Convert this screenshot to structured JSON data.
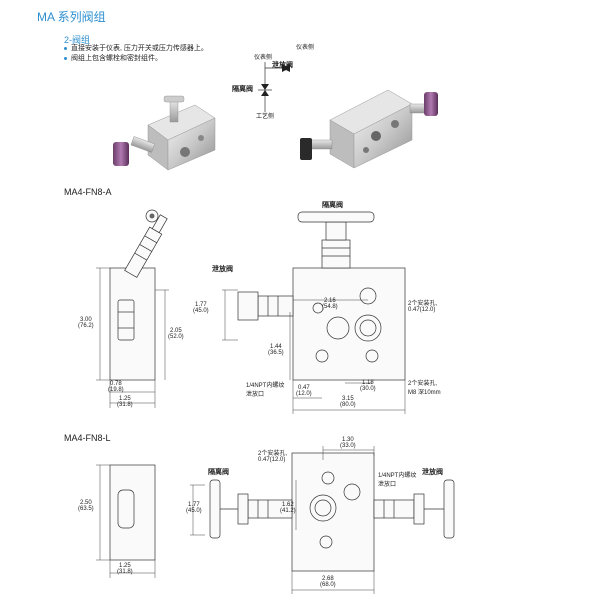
{
  "header": {
    "title": "MA 系列阀组",
    "subtitle": "2-阀组",
    "bullets": [
      "直接安装于仪表, 压力开关或压力传感器上。",
      "阀组上包含螺栓和密封组件。"
    ]
  },
  "schematic": {
    "instrument_side": "仪表侧",
    "instrument_side_2": "仪表侧",
    "vent_valve": "泄放阀",
    "isolation_valve": "隔离阀",
    "process_side": "工艺侧"
  },
  "drawing_a": {
    "model": "MA4-FN8-A",
    "isolation_valve": "隔离阀",
    "vent_valve": "泄放阀",
    "dims": {
      "d300": "3.00",
      "d300mm": "(76.2)",
      "d205": "2.05",
      "d205mm": "(52.0)",
      "d078": "0.78",
      "d078mm": "(19.8)",
      "d125": "1.25",
      "d125mm": "(31.8)",
      "d177": "1.77",
      "d177mm": "(45.0)",
      "d216": "2.16",
      "d216mm": "(54.8)",
      "d144": "1.44",
      "d144mm": "(36.5)",
      "d047": "0.47",
      "d047mm": "(12.0)",
      "d118": "1.18",
      "d118mm": "(30.0)",
      "d315": "3.15",
      "d315mm": "(80.0)"
    },
    "notes": {
      "mount_holes_1": "2个安装孔,",
      "mount_holes_1b": "0.47(12.0)",
      "npt": "1/4NPT内螺纹",
      "vent_port": "泄放口",
      "mount_holes_2": "2个安装孔,",
      "mount_holes_2b": "M8 深10mm"
    }
  },
  "drawing_l": {
    "model": "MA4-FN8-L",
    "isolation_valve": "隔离阀",
    "vent_valve": "泄放阀",
    "dims": {
      "d250": "2.50",
      "d250mm": "(63.5)",
      "d125": "1.25",
      "d125mm": "(31.8)",
      "d177": "1.77",
      "d177mm": "(45.0)",
      "d162": "1.62",
      "d162mm": "(41.2)",
      "d130": "1.30",
      "d130mm": "(33.0)",
      "d268": "2.68",
      "d268mm": "(68.0)"
    },
    "notes": {
      "mount_holes": "2个安装孔,",
      "mount_holes_b": "0.47(12.0)",
      "npt": "1/4NPT内螺纹",
      "vent_port": "泄放口"
    }
  }
}
